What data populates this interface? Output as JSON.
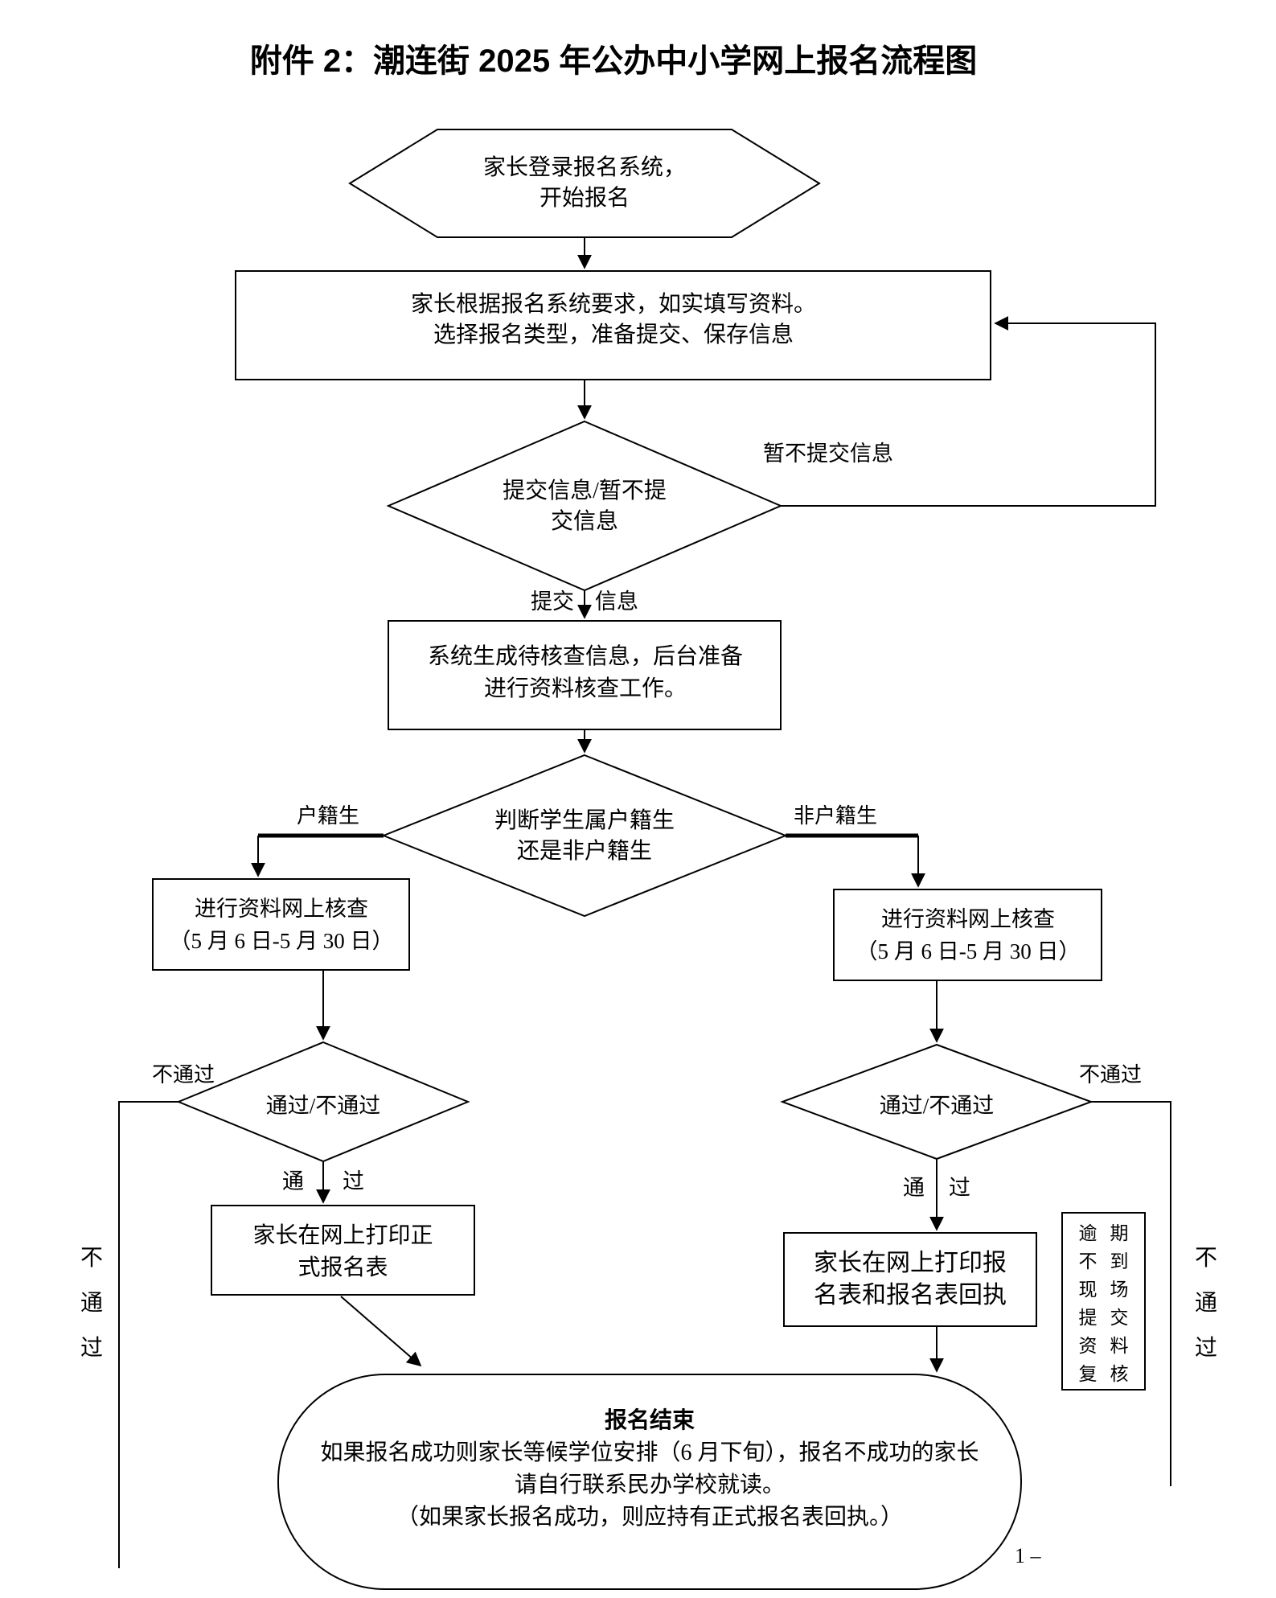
{
  "title": "附件 2：潮连街 2025 年公办中小学网上报名流程图",
  "flow": {
    "start": {
      "l1": "家长登录报名系统，",
      "l2": "开始报名"
    },
    "fill": {
      "l1": "家长根据报名系统要求，如实填写资料。",
      "l2": "选择报名类型，准备提交、保存信息"
    },
    "submit_decision": {
      "l1": "提交信息/暂不提",
      "l2": "交信息"
    },
    "generate": {
      "l1": "系统生成待核查信息，后台准备",
      "l2": "进行资料核查工作。"
    },
    "residency_decision": {
      "l1": "判断学生属户籍生",
      "l2": "还是非户籍生"
    },
    "review_local": {
      "l1": "进行资料网上核查",
      "l2": "（5 月 6 日-5 月 30 日）"
    },
    "review_nonlocal": {
      "l1": "进行资料网上核查",
      "l2": "（5 月 6 日-5 月 30 日）"
    },
    "pass_decision_local": "通过/不通过",
    "pass_decision_nonlocal": "通过/不通过",
    "print_local": {
      "l1": "家长在网上打印正",
      "l2": "式报名表"
    },
    "print_nonlocal": {
      "l1": "家长在网上打印报",
      "l2": "名表和报名表回执"
    },
    "overdue_note": {
      "col1": "逾不现提资复",
      "col2": "期到场交料核"
    },
    "end": {
      "title": "报名结束",
      "l1": "如果报名成功则家长等候学位安排（6 月下旬），报名不成功的家长",
      "l2": "请自行联系民办学校就读。",
      "l3": "（如果家长报名成功，则应持有正式报名表回执。）"
    }
  },
  "labels": {
    "defer_submit": "暂不提交信息",
    "submit_a": "提交",
    "submit_b": "信息",
    "local": "户籍生",
    "nonlocal": "非户籍生",
    "fail_local": "不通过",
    "fail_nonlocal": "不通过",
    "fail_local_vertical": "不通过",
    "fail_nonlocal_vertical": "不通过",
    "pass_local_a": "通",
    "pass_local_b": "过",
    "pass_nonlocal_a": "通",
    "pass_nonlocal_b": "过"
  },
  "page_number": "1 –"
}
